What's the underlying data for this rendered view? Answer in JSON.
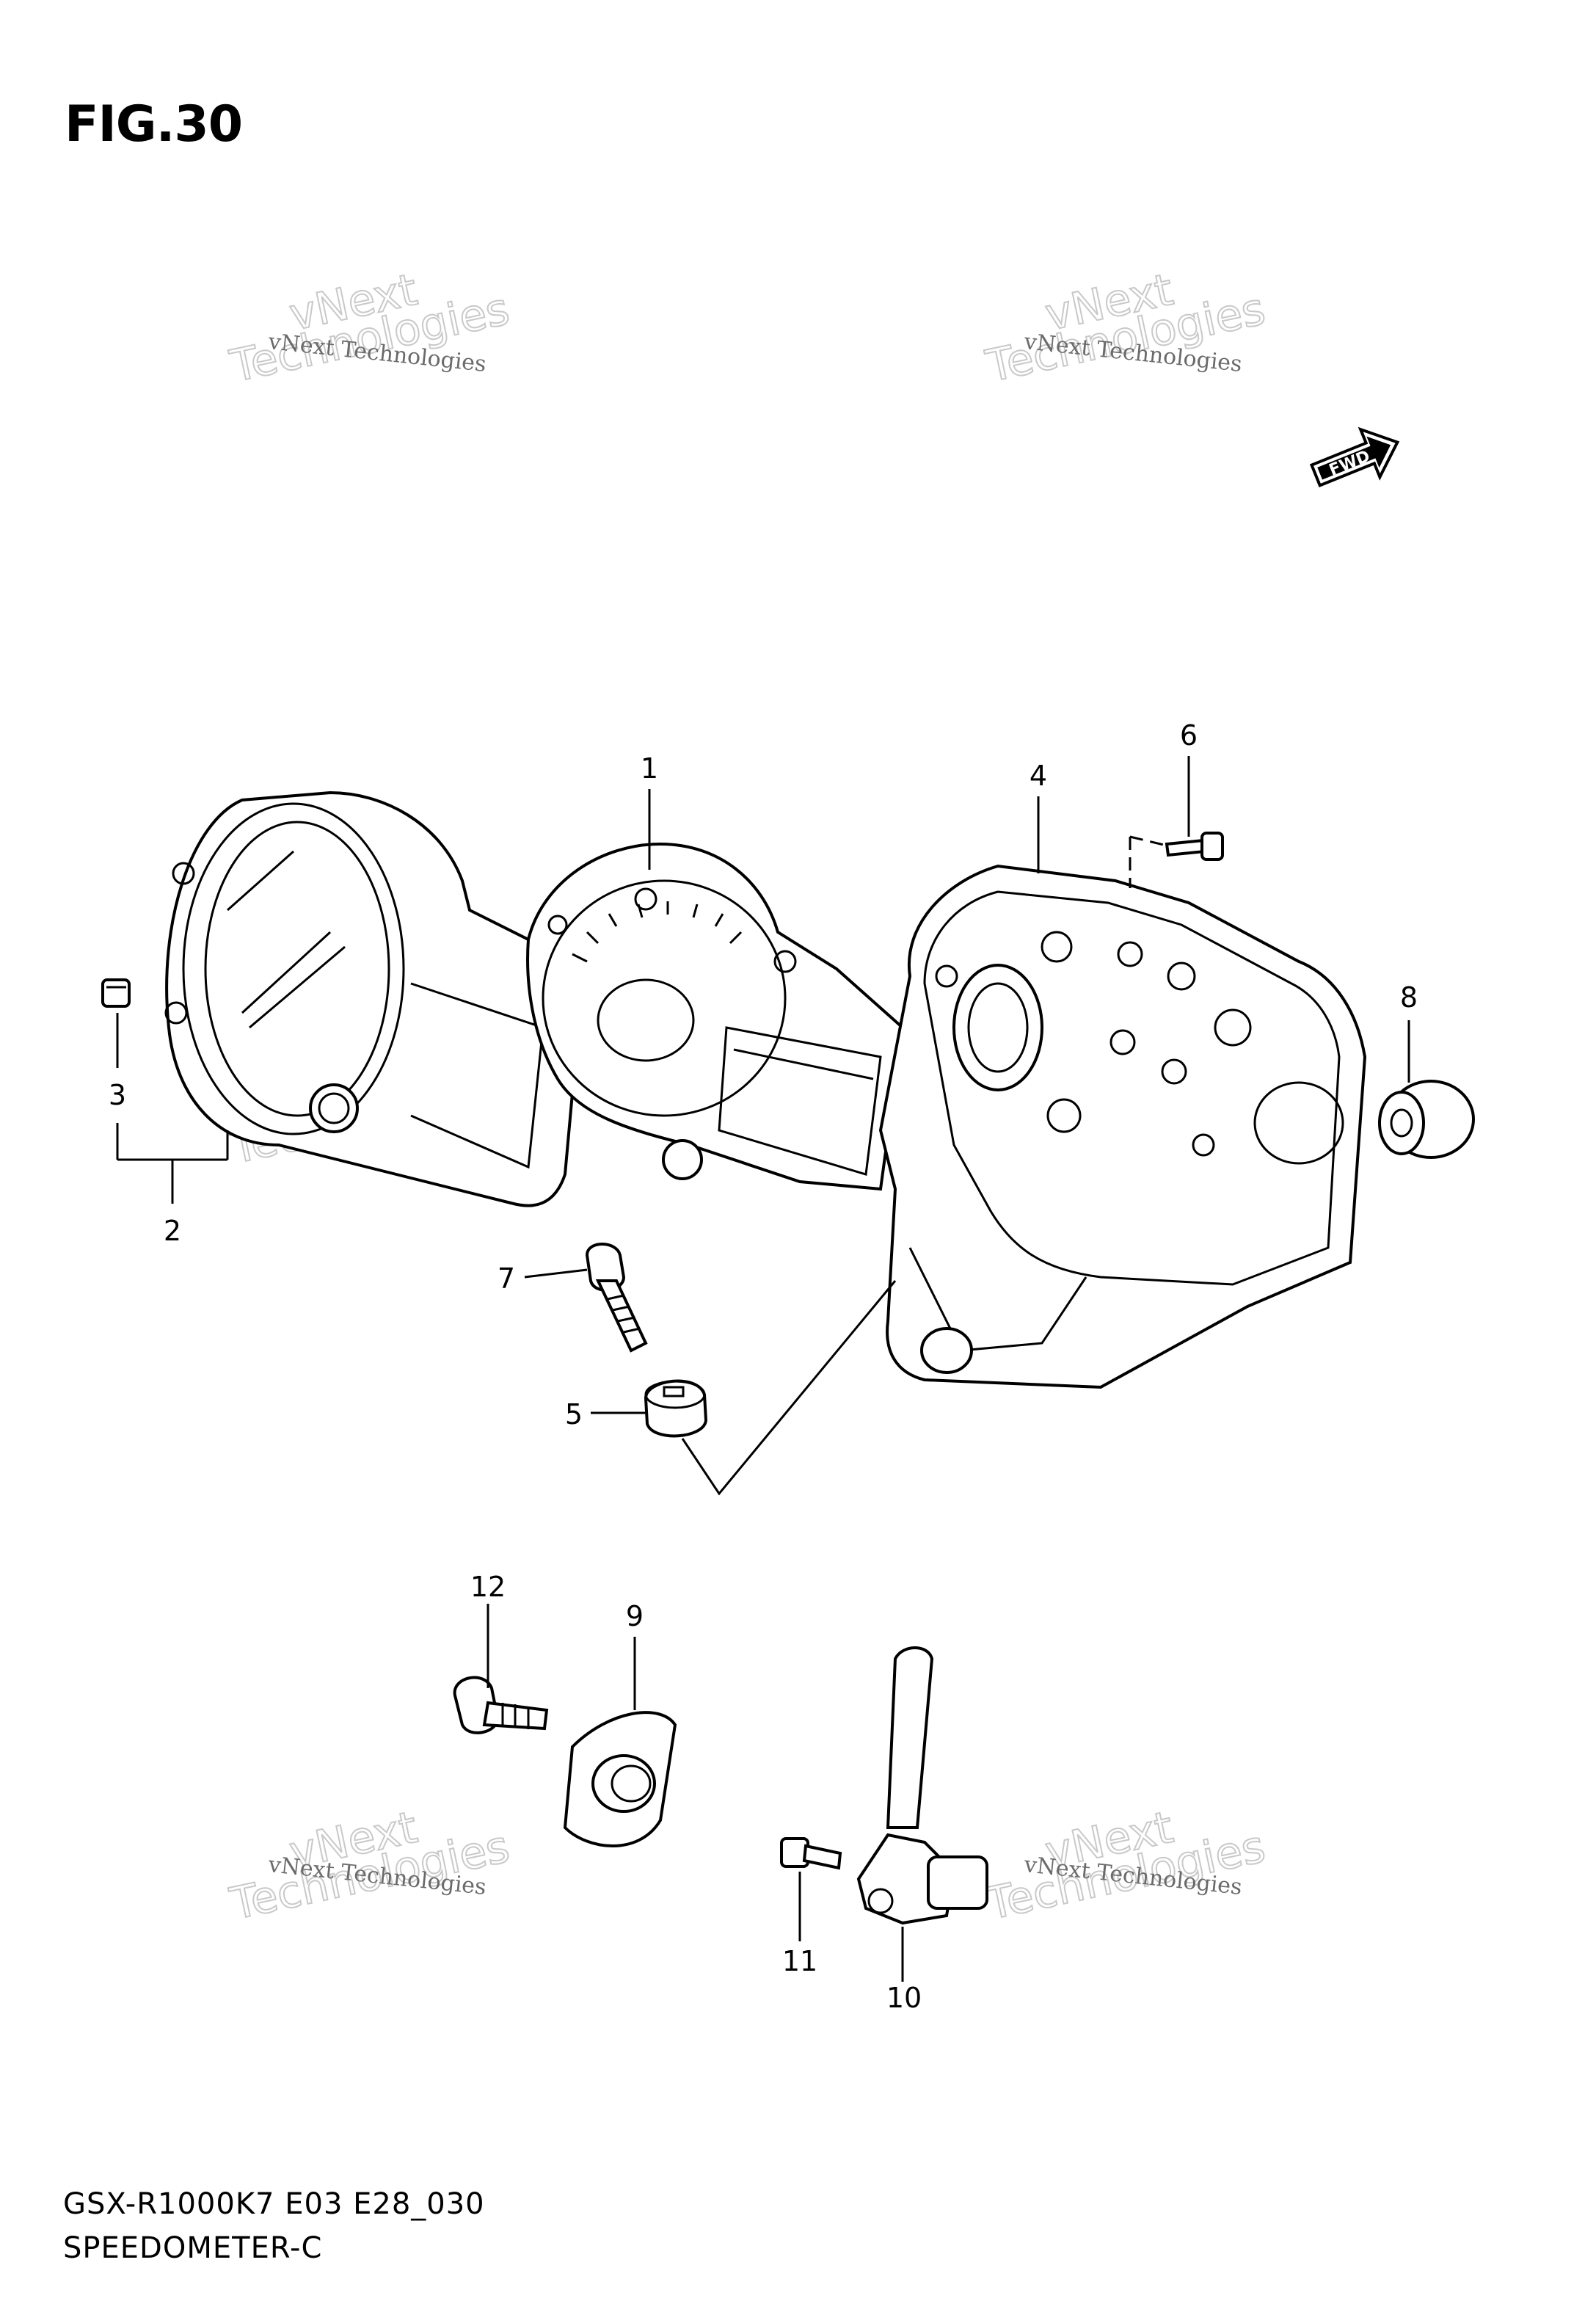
{
  "figure": {
    "title": "FIG.30",
    "model_code": "GSX-R1000K7 E03 E28_030",
    "diagram_name": "SPEEDOMETER-C",
    "direction_badge": "FWD"
  },
  "watermark": {
    "line_small": "vNext Technologies",
    "line_big_1": "vNext",
    "line_big_2": "Technologies"
  },
  "callouts": {
    "c1": "1",
    "c2": "2",
    "c3": "3",
    "c4": "4",
    "c5": "5",
    "c6": "6",
    "c7": "7",
    "c8": "8",
    "c9": "9",
    "c10": "10",
    "c11": "11",
    "c12": "12"
  },
  "icons": {
    "direction": "fwd-arrow-icon"
  }
}
